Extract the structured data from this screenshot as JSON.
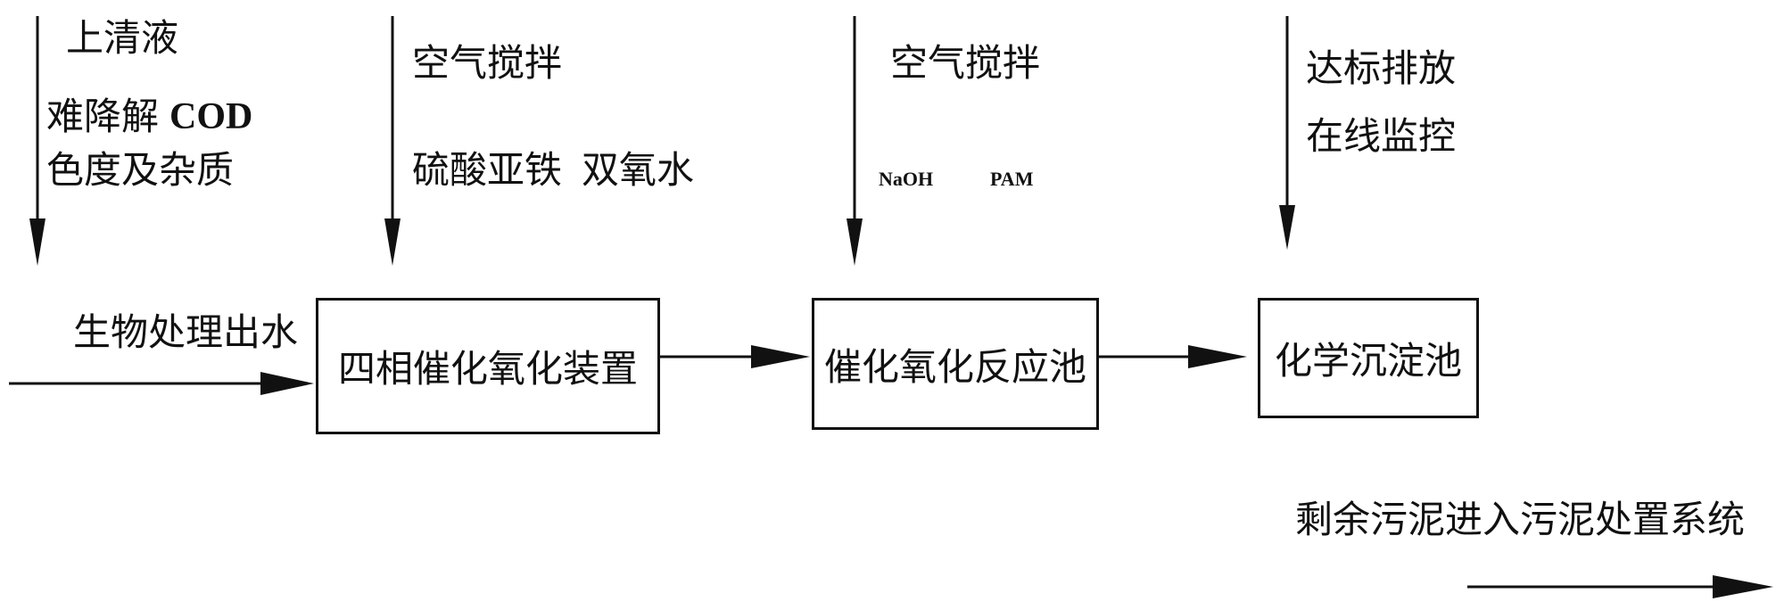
{
  "inputs": {
    "col1": {
      "l1": "上清液",
      "l2a": "难降解",
      "l2b": "COD",
      "l3": "色度及杂质"
    },
    "col2": {
      "l1": "空气搅拌",
      "l2": "硫酸亚铁",
      "l3": "双氧水"
    },
    "col3": {
      "l1": "空气搅拌",
      "l2": "NaOH",
      "l3": "PAM"
    },
    "col4": {
      "l1": "达标排放",
      "l2": "在线监控"
    }
  },
  "source_label": "生物处理出水",
  "boxes": {
    "box1": "四相催化氧化装置",
    "box2": "催化氧化反应池",
    "box3": "化学沉淀池"
  },
  "sludge_label": "剩余污泥进入污泥处置系统"
}
